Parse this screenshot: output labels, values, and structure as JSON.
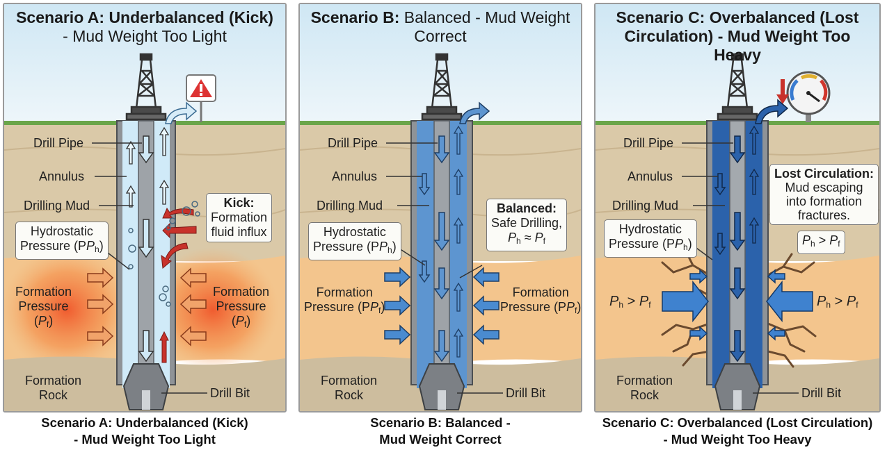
{
  "panels": [
    {
      "title_bold": "Scenario A: Underbalanced (Kick)",
      "title_plain": "- Mud Weight Too Light",
      "labels": {
        "drill_pipe": "Drill Pipe",
        "annulus": "Annulus",
        "drilling_mud": "Drilling Mud",
        "hydrostatic": "Hydrostatic",
        "pressure_ph": "Pressure (P",
        "ph_sub": "h",
        "formation": "Formation",
        "pressure": "Pressure",
        "pf": "(P",
        "pf_sub": "f",
        "formation_rock_1": "Formation",
        "formation_rock_2": "Rock",
        "drill_bit": "Drill Bit"
      },
      "callout": {
        "title": "Kick:",
        "line1": "Formation",
        "line2": "fluid influx"
      },
      "caption_line1": "Scenario A: Underbalanced (Kick)",
      "caption_line2": "- Mud Weight Too Light",
      "icon": "warning-icon"
    },
    {
      "title_bold": "Scenario B:",
      "title_plain": "Balanced - Mud Weight Correct",
      "labels": {
        "drill_pipe": "Drill Pipe",
        "annulus": "Annulus",
        "drilling_mud": "Drilling Mud",
        "hydrostatic": "Hydrostatic",
        "pressure_ph": "Pressure (P",
        "ph_sub": "h",
        "formation": "Formation",
        "pressure_pf": "Pressure (P",
        "pf_sub": "f",
        "formation_rock_1": "Formation",
        "formation_rock_2": "Rock",
        "drill_bit": "Drill Bit"
      },
      "callout": {
        "title": "Balanced:",
        "line1": "Safe Drilling,",
        "rel": "≈"
      },
      "caption_line1": "Scenario B: Balanced -",
      "caption_line2": "Mud Weight Correct"
    },
    {
      "title_bold": "Scenario C: Overbalanced (Lost Circulation) - Mud Weight Too Heavy",
      "labels": {
        "drill_pipe": "Drill Pipe",
        "annulus": "Annulus",
        "drilling_mud": "Drilling Mud",
        "hydrostatic": "Hydrostatic",
        "pressure_ph": "Pressure (P",
        "ph_sub": "h",
        "gt": ">",
        "formation_rock_1": "Formation",
        "formation_rock_2": "Rock",
        "drill_bit": "Drill Bit"
      },
      "callout": {
        "title": "Lost Circulation:",
        "line1": "Mud escaping",
        "line2": "into formation",
        "line3": "fractures."
      },
      "caption_line1": "Scenario C: Overbalanced (Lost Circulation)",
      "caption_line2": "- Mud Weight Too Heavy",
      "icon": "pressure-gauge-icon"
    }
  ],
  "symbols": {
    "P": "P",
    "h": "h",
    "f": "f",
    "close": ")"
  },
  "colors": {
    "sky": "#d8ecf6",
    "ground": "#d9c7a6",
    "formation": "#f2c48a",
    "rock": "#ccbb9b",
    "kick_red": "#c8322b",
    "light_mud": "#c9e6f5",
    "mid_mud": "#5b95d2",
    "heavy_mud": "#2a64ad",
    "arrow_blue": "#4a8bd0"
  }
}
